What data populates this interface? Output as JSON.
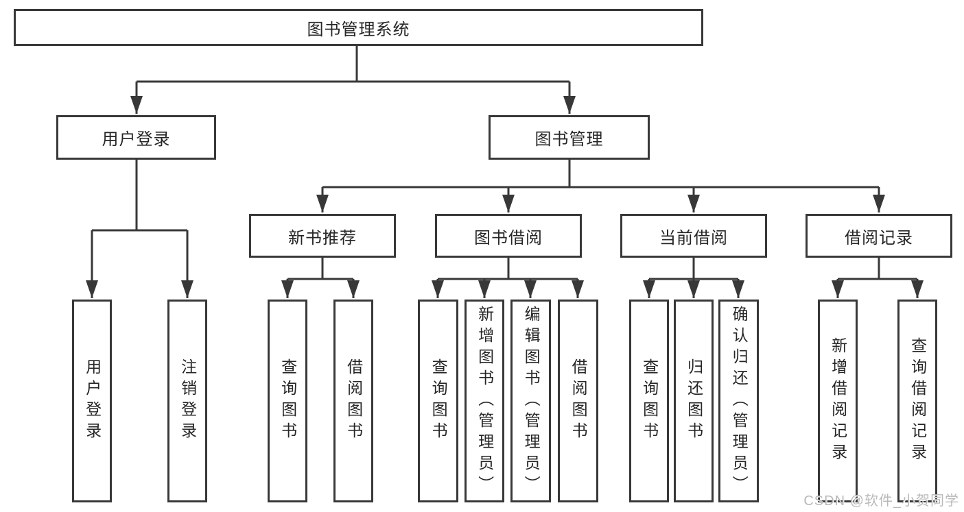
{
  "diagram": {
    "root": {
      "label": "图书管理系统"
    },
    "branches": [
      {
        "label": "用户登录",
        "children": [
          {
            "label": "用户登录"
          },
          {
            "label": "注销登录"
          }
        ]
      },
      {
        "label": "图书管理",
        "children": [
          {
            "label": "新书推荐",
            "children": [
              {
                "label": "查询图书"
              },
              {
                "label": "借阅图书"
              }
            ]
          },
          {
            "label": "图书借阅",
            "children": [
              {
                "label": "查询图书"
              },
              {
                "label": "新增图书（管理员）"
              },
              {
                "label": "编辑图书（管理员）"
              },
              {
                "label": "借阅图书"
              }
            ]
          },
          {
            "label": "当前借阅",
            "children": [
              {
                "label": "查询图书"
              },
              {
                "label": "归还图书"
              },
              {
                "label": "确认归还（管理员）"
              }
            ]
          },
          {
            "label": "借阅记录",
            "children": [
              {
                "label": "新增借阅记录"
              },
              {
                "label": "查询借阅记录"
              }
            ]
          }
        ]
      }
    ]
  },
  "watermark": {
    "text": "CSDN @软件_小贺同学"
  },
  "colors": {
    "line": "#383838",
    "box_border": "#383838",
    "text": "#262626",
    "watermark": "#b9b9b9",
    "background": "#ffffff"
  }
}
